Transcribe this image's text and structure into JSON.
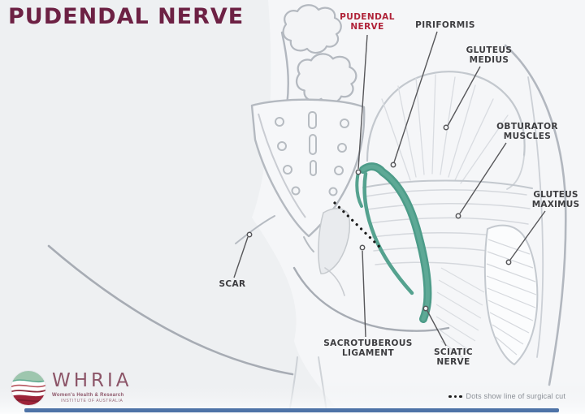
{
  "title": "PUDENDAL NERVE",
  "labels": [
    {
      "id": "pudendal-nerve",
      "lines": [
        "PUDENDAL",
        "NERVE"
      ]
    },
    {
      "id": "piriformis",
      "lines": [
        "PIRIFORMIS"
      ]
    },
    {
      "id": "gluteus-medius",
      "lines": [
        "GLUTEUS",
        "MEDIUS"
      ]
    },
    {
      "id": "obturator-muscles",
      "lines": [
        "OBTURATOR",
        "MUSCLES"
      ]
    },
    {
      "id": "gluteus-maximus",
      "lines": [
        "GLUTEUS",
        "MAXIMUS"
      ]
    },
    {
      "id": "scar",
      "lines": [
        "SCAR"
      ]
    },
    {
      "id": "sacrotuberous-ligament",
      "lines": [
        "SACROTUBEROUS",
        "LIGAMENT"
      ]
    },
    {
      "id": "sciatic-nerve",
      "lines": [
        "SCIATIC",
        "NERVE"
      ]
    }
  ],
  "legend": {
    "text": "Dots show line of surgical cut"
  },
  "logo": {
    "name": "WHRIA",
    "tagline_line1": "Women's Health & Research",
    "tagline_line2": "INSTITUTE OF AUSTRALIA"
  },
  "colors": {
    "title_maroon": "#6d2144",
    "label_charcoal": "#3d3d40",
    "highlight_red": "#b02339",
    "nerve_green": "#55a28f",
    "outline_gray": "#b2b7bf",
    "legend_gray": "#8a8f96",
    "bottom_bar_blue": "#4e73a7",
    "background": "#eef0f2"
  }
}
